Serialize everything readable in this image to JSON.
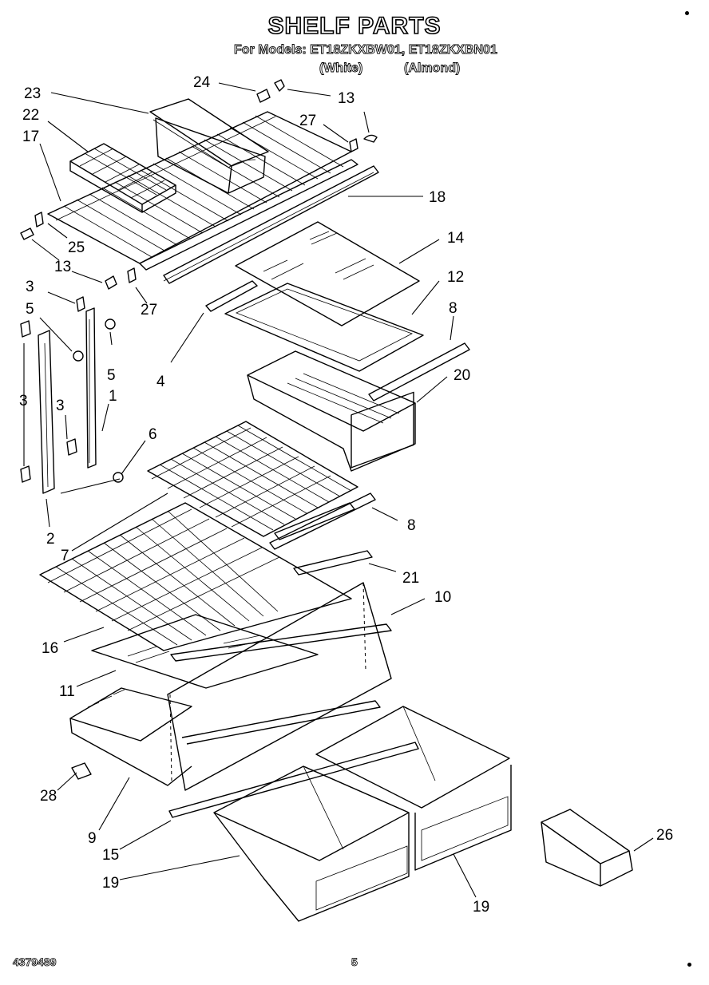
{
  "header": {
    "title": "SHELF PARTS",
    "models_line": "For Models: ET18ZKXBW01, ET18ZKXBN01",
    "color_white": "(White)",
    "color_almond": "(Almond)"
  },
  "footer": {
    "doc_number": "4379489",
    "page_number": "5"
  },
  "callouts": {
    "c23": "23",
    "c24": "24",
    "c13a": "13",
    "c22": "22",
    "c27a": "27",
    "c17": "17",
    "c18": "18",
    "c25": "25",
    "c13b": "13",
    "c14": "14",
    "c27b": "27",
    "c12": "12",
    "c3a": "3",
    "c5a": "5",
    "c8a": "8",
    "c4": "4",
    "c20": "20",
    "c5b": "5",
    "c3b": "3",
    "c1": "1",
    "c3c": "3",
    "c6": "6",
    "c2": "2",
    "c8b": "8",
    "c7": "7",
    "c21": "21",
    "c10": "10",
    "c16": "16",
    "c11": "11",
    "c28": "28",
    "c9": "9",
    "c26": "26",
    "c15": "15",
    "c19a": "19",
    "c19b": "19"
  }
}
